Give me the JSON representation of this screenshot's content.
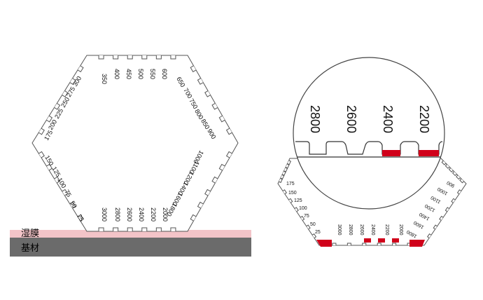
{
  "layers": {
    "wet_film": "湿膜",
    "substrate": "基材"
  },
  "left_gauge": {
    "labels": [
      {
        "text": "350"
      },
      {
        "text": "400"
      },
      {
        "text": "450"
      },
      {
        "text": "500"
      },
      {
        "text": "550"
      },
      {
        "text": "600"
      },
      {
        "text": "650"
      },
      {
        "text": "700"
      },
      {
        "text": "750"
      },
      {
        "text": "800"
      },
      {
        "text": "850"
      },
      {
        "text": "900"
      },
      {
        "text": "1000"
      },
      {
        "text": "1100"
      },
      {
        "text": "1200"
      },
      {
        "text": "1400"
      },
      {
        "text": "1600"
      },
      {
        "text": "1800"
      },
      {
        "text": "2000"
      },
      {
        "text": "2200"
      },
      {
        "text": "2400"
      },
      {
        "text": "2600"
      },
      {
        "text": "2800"
      },
      {
        "text": "3000"
      },
      {
        "text": "25"
      },
      {
        "text": "50"
      },
      {
        "text": "75"
      },
      {
        "text": "100"
      },
      {
        "text": "125"
      },
      {
        "text": "150"
      },
      {
        "text": "175"
      },
      {
        "text": "200"
      },
      {
        "text": "225"
      },
      {
        "text": "250"
      },
      {
        "text": "275"
      },
      {
        "text": "300"
      }
    ]
  },
  "zoom": {
    "labels": [
      {
        "text": "2800"
      },
      {
        "text": "2600"
      },
      {
        "text": "2400"
      },
      {
        "text": "2200"
      }
    ],
    "wet_color": "#d0001a"
  },
  "right_gauge": {
    "bottom_labels": [
      {
        "text": "3000"
      },
      {
        "text": "2800"
      },
      {
        "text": "2600"
      },
      {
        "text": "2400"
      },
      {
        "text": "2200"
      },
      {
        "text": "2000"
      }
    ],
    "left_labels": [
      {
        "text": "25"
      },
      {
        "text": "50"
      },
      {
        "text": "75"
      },
      {
        "text": "100"
      },
      {
        "text": "125"
      },
      {
        "text": "150"
      },
      {
        "text": "175"
      }
    ],
    "right_labels": [
      {
        "text": "1800"
      },
      {
        "text": "1600"
      },
      {
        "text": "1400"
      },
      {
        "text": "1200"
      },
      {
        "text": "1100"
      },
      {
        "text": "1000"
      },
      {
        "text": "900"
      }
    ]
  },
  "colors": {
    "wet_film_layer": "#f3c4c8",
    "substrate_layer": "#6b6b6b",
    "wet_mark": "#d0001a"
  }
}
